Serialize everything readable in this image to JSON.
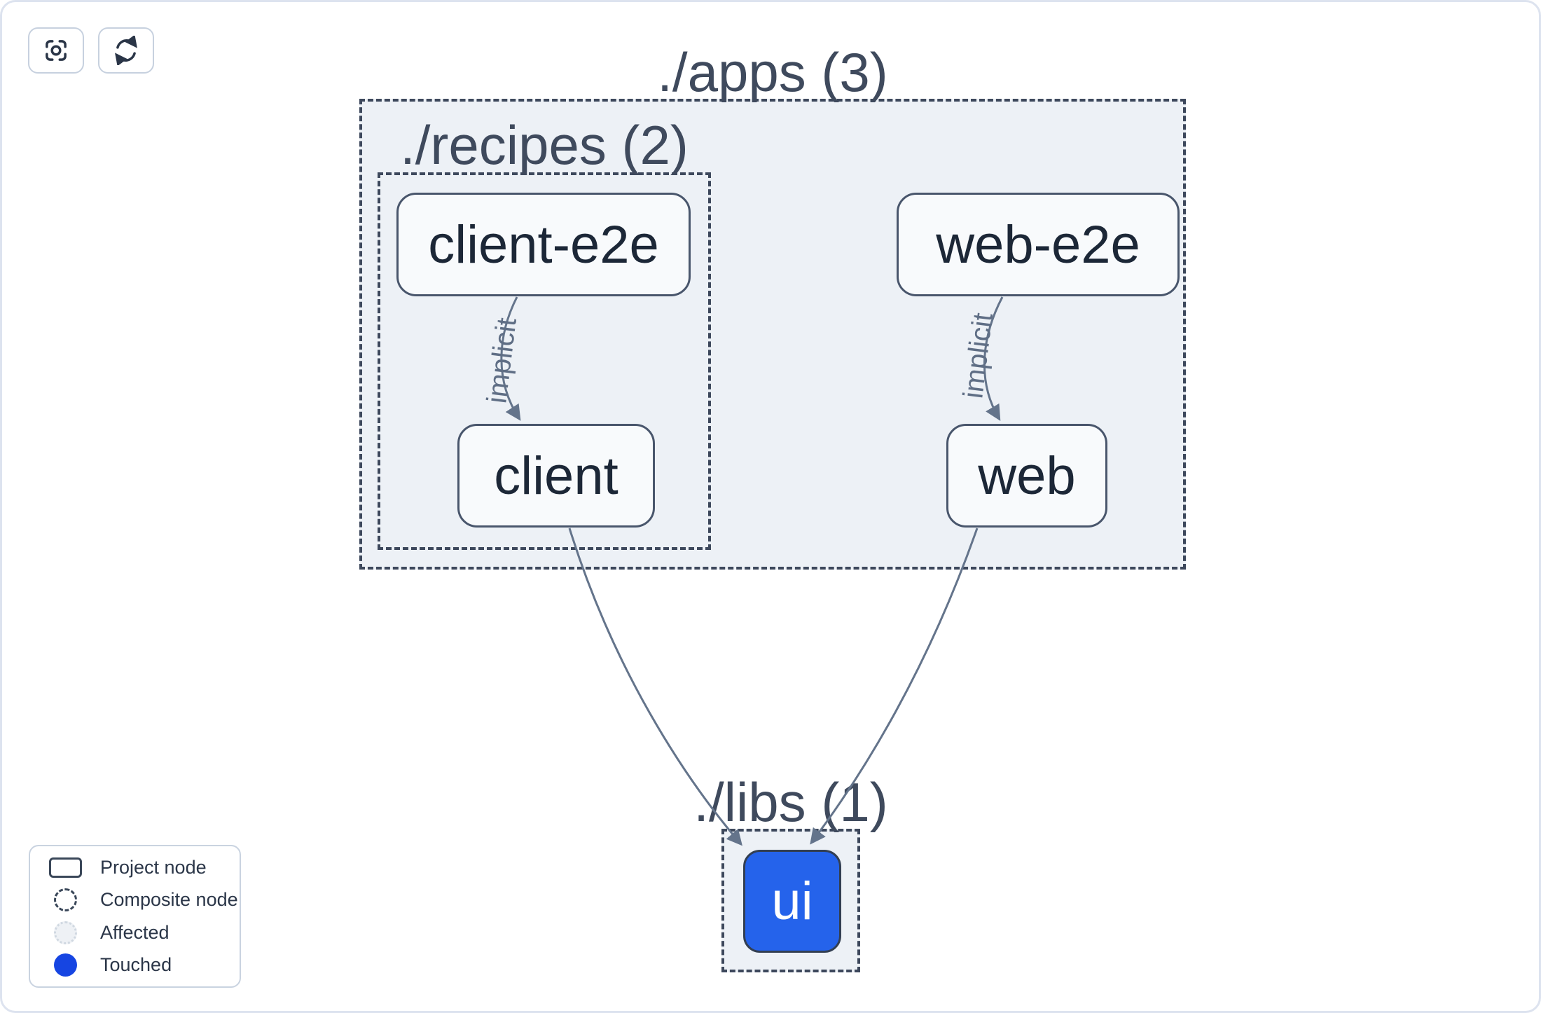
{
  "toolbar": {
    "buttons": [
      {
        "name": "focus",
        "icon": "focus-icon"
      },
      {
        "name": "refresh",
        "icon": "refresh-icon"
      }
    ]
  },
  "graph": {
    "groups": [
      {
        "id": "apps",
        "label": "./apps (3)",
        "count": 3
      },
      {
        "id": "recipes",
        "label": "./recipes (2)",
        "count": 2
      },
      {
        "id": "libs",
        "label": "./libs (1)",
        "count": 1
      }
    ],
    "nodes": [
      {
        "id": "client-e2e",
        "label": "client-e2e",
        "group": "recipes",
        "state": "project"
      },
      {
        "id": "client",
        "label": "client",
        "group": "recipes",
        "state": "project"
      },
      {
        "id": "web-e2e",
        "label": "web-e2e",
        "group": "apps",
        "state": "project"
      },
      {
        "id": "web",
        "label": "web",
        "group": "apps",
        "state": "project"
      },
      {
        "id": "ui",
        "label": "ui",
        "group": "libs",
        "state": "touched"
      }
    ],
    "edges": [
      {
        "from": "client-e2e",
        "to": "client",
        "label": "implicit"
      },
      {
        "from": "web-e2e",
        "to": "web",
        "label": "implicit"
      },
      {
        "from": "client",
        "to": "ui",
        "label": ""
      },
      {
        "from": "web",
        "to": "ui",
        "label": ""
      }
    ]
  },
  "legend": {
    "items": [
      {
        "label": "Project node",
        "swatch": "project-node-swatch"
      },
      {
        "label": "Composite node",
        "swatch": "composite-node-swatch"
      },
      {
        "label": "Affected",
        "swatch": "affected-swatch"
      },
      {
        "label": "Touched",
        "swatch": "touched-swatch"
      }
    ]
  },
  "colors": {
    "touched_node": "#2563eb",
    "touched_legend_dot": "#1645e2",
    "edge": "#64748b",
    "container_fill": "#edf1f6",
    "dashed_border": "#3d485c",
    "node_fill": "#f8fafc",
    "node_border": "#49566c"
  }
}
